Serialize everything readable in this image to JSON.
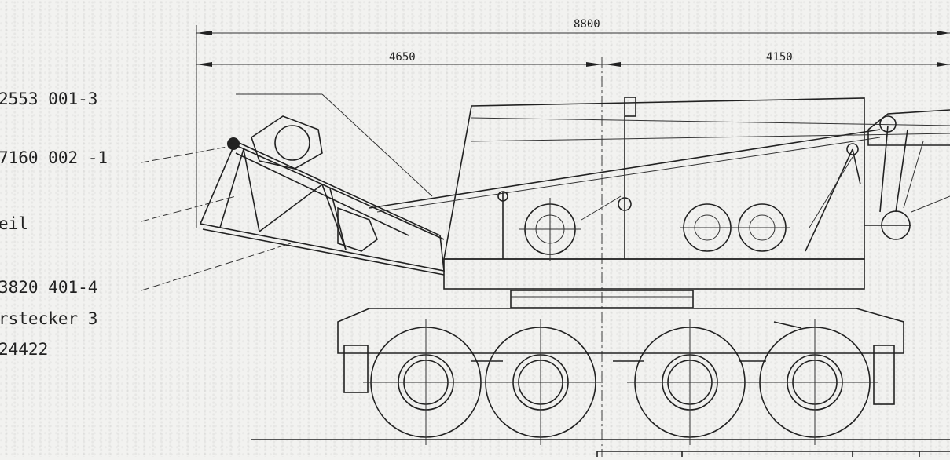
{
  "drawing": {
    "dimensions": {
      "overall": "8800",
      "left": "4650",
      "right": "4150"
    },
    "side_labels": [
      "2553 001-3",
      "7160 002 -1",
      "eil",
      "3820 401-4",
      "rstecker 3",
      "24422"
    ]
  }
}
